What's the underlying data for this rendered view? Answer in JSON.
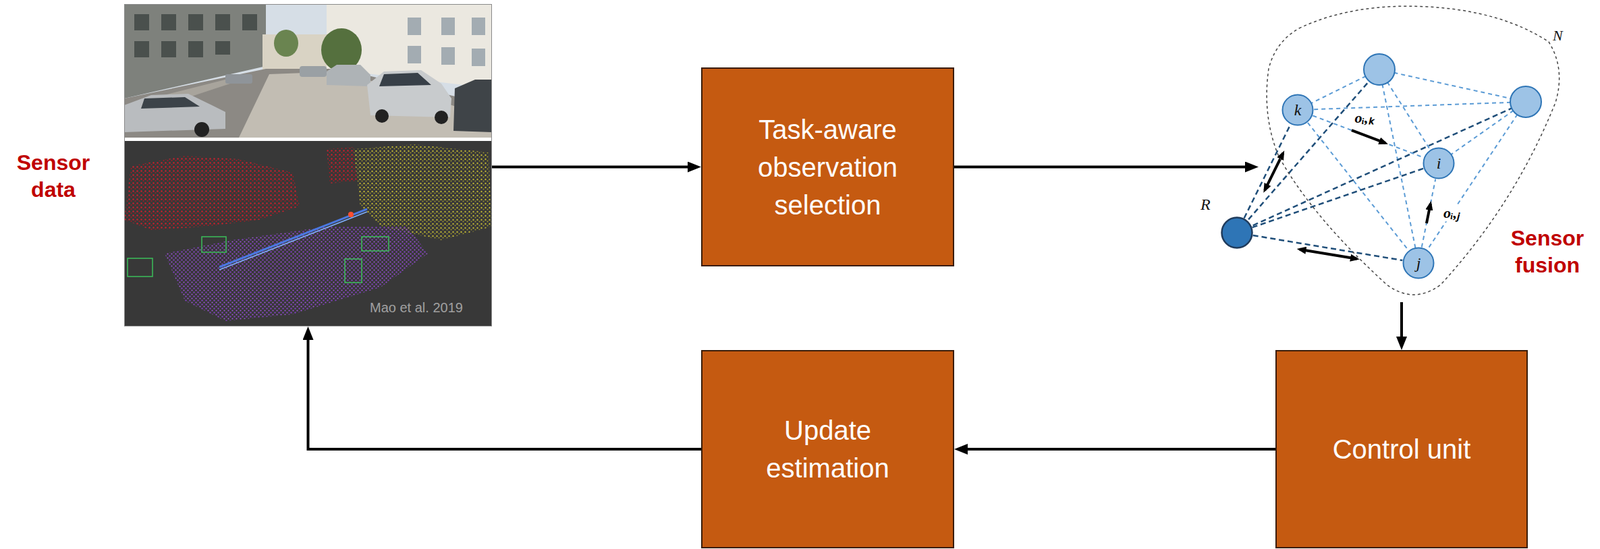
{
  "diagram": {
    "nodes": [
      {
        "text": [
          "Sensor data"
        ]
      },
      {
        "text": [
          "Task-aware observation selection"
        ]
      },
      {
        "text": [
          "N",
          "Sensor fusion"
        ]
      },
      {
        "text": [
          "k"
        ],
        "in": 2
      },
      {
        "text": [
          "i"
        ],
        "in": 2
      },
      {
        "text": [
          "j"
        ],
        "in": 2
      },
      {
        "text": [
          "R"
        ]
      },
      {
        "text": [
          "Control unit"
        ]
      },
      {
        "text": [
          "Update estimation"
        ]
      }
    ],
    "edges": [
      {
        "from": 0,
        "to": 1,
        "arrow": "to"
      },
      {
        "from": 1,
        "to": 2,
        "arrow": "to"
      },
      {
        "from": 3,
        "to": 4,
        "arrow": "to",
        "label": "oᵢ,ₖ"
      },
      {
        "from": 5,
        "to": 4,
        "arrow": "to",
        "label": "oᵢ,ⱼ"
      },
      {
        "from": 3,
        "to": 5,
        "arrow": "none"
      },
      {
        "from": 6,
        "to": 3,
        "arrow": "both"
      },
      {
        "from": 6,
        "to": 5,
        "arrow": "both"
      },
      {
        "from": 6,
        "to": 4,
        "arrow": "none"
      },
      {
        "from": 2,
        "to": 7,
        "arrow": "to"
      },
      {
        "from": 7,
        "to": 8,
        "arrow": "to"
      },
      {
        "from": 8,
        "to": 0,
        "arrow": "to"
      }
    ],
    "labels": [
      "Mao et al. 2019"
    ]
  }
}
